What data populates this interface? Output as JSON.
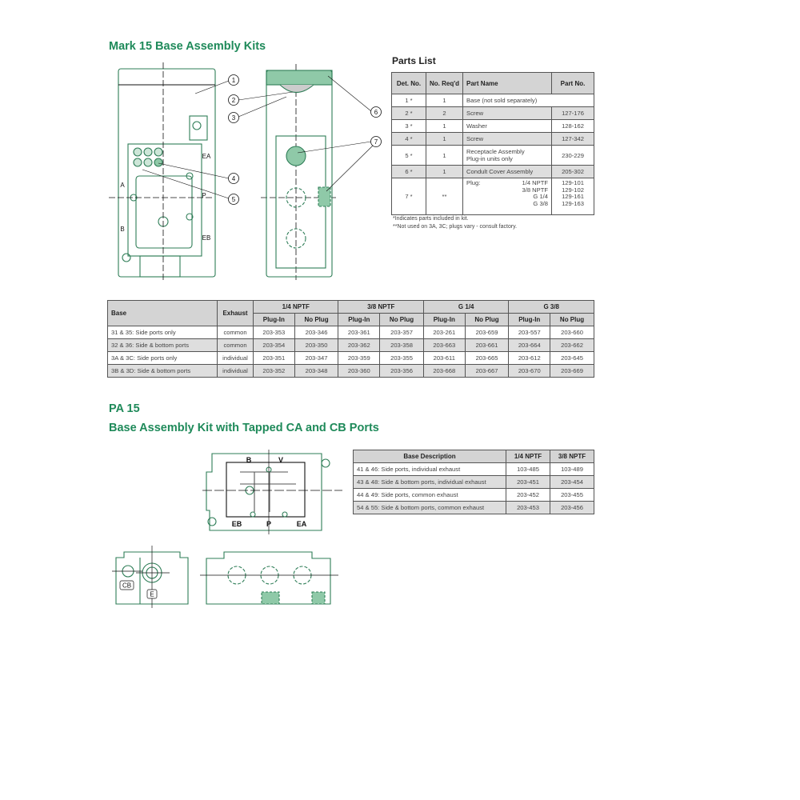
{
  "section1": {
    "title": "Mark 15 Base Assembly Kits",
    "callouts": [
      "1",
      "2",
      "3",
      "4",
      "5",
      "6",
      "7"
    ],
    "port_labels": [
      "A",
      "B",
      "P",
      "EA",
      "EB"
    ]
  },
  "parts_list": {
    "title": "Parts List",
    "headers": [
      "Det. No.",
      "No. Req'd",
      "Part Name",
      "Part No."
    ],
    "rows": [
      {
        "det": "1 *",
        "req": "1",
        "name": "Base (not sold separately)",
        "part": ""
      },
      {
        "det": "2 *",
        "req": "2",
        "name": "Screw",
        "part": "127-176"
      },
      {
        "det": "3 *",
        "req": "1",
        "name": "Washer",
        "part": "128-162"
      },
      {
        "det": "4 *",
        "req": "1",
        "name": "Screw",
        "part": "127-342"
      },
      {
        "det": "5 *",
        "req": "1",
        "name": "Receptacle Assembly",
        "name2": "Plug-in units only",
        "part": "230-229"
      },
      {
        "det": "6 *",
        "req": "1",
        "name": "Condult Cover Assembly",
        "part": "205-302"
      },
      {
        "det": "7 *",
        "req": "**",
        "name": "Plug:",
        "plugs": [
          "1/4 NPTF",
          "3/8 NPTF",
          "G 1/4",
          "G 3/8"
        ],
        "parts": [
          "129-101",
          "129-102",
          "129-161",
          "129-163"
        ]
      }
    ],
    "footnotes": [
      "*Indicates parts included in kit.",
      "**Not used on 3A, 3C; plugs vary - consult factory."
    ]
  },
  "kits_table": {
    "headers": [
      "Base",
      "Exhaust"
    ],
    "groups": [
      "1/4 NPTF",
      "3/8 NPTF",
      "G 1/4",
      "G 3/8"
    ],
    "subheaders": [
      "Plug-In",
      "No Plug"
    ],
    "rows": [
      {
        "base": "31 & 35: Side ports only",
        "exhaust": "common",
        "values": [
          "203-353",
          "203-346",
          "203-361",
          "203-357",
          "203-261",
          "203-659",
          "203-557",
          "203-660"
        ]
      },
      {
        "base": "32 & 36: Side & bottom ports",
        "exhaust": "common",
        "values": [
          "203-354",
          "203-350",
          "203-362",
          "203-358",
          "203-663",
          "203-661",
          "203-664",
          "203-662"
        ]
      },
      {
        "base": "3A & 3C: Side ports only",
        "exhaust": "individual",
        "values": [
          "203-351",
          "203-347",
          "203-359",
          "203-355",
          "203-611",
          "203-665",
          "203-612",
          "203-645"
        ]
      },
      {
        "base": "3B & 3D: Side & bottom ports",
        "exhaust": "individual",
        "values": [
          "203-352",
          "203-348",
          "203-360",
          "203-356",
          "203-668",
          "203-667",
          "203-670",
          "203-669"
        ]
      }
    ]
  },
  "section2": {
    "title": "PA 15",
    "subtitle": "Base Assembly Kit with Tapped CA and CB Ports",
    "port_labels": [
      "B",
      "V",
      "EB",
      "P",
      "EA",
      "CB",
      "E"
    ]
  },
  "pa_table": {
    "headers": [
      "Base Description",
      "1/4 NPTF",
      "3/8 NPTF"
    ],
    "rows": [
      {
        "desc": "41 & 46: Side ports, individual exhaust",
        "a": "103-485",
        "b": "103-489"
      },
      {
        "desc": "43 & 48: Side & bottom ports, individual exhaust",
        "a": "203-451",
        "b": "203-454"
      },
      {
        "desc": "44 & 49: Side ports, common exhaust",
        "a": "203-452",
        "b": "203-455"
      },
      {
        "desc": "54 & 55: Side & bottom ports, common exhaust",
        "a": "203-453",
        "b": "203-456"
      }
    ]
  },
  "colors": {
    "heading": "#1f8a5a",
    "drawing_line": "#2e7d57",
    "fill": "#8fc9a8",
    "header_bg": "#d4d4d4"
  }
}
